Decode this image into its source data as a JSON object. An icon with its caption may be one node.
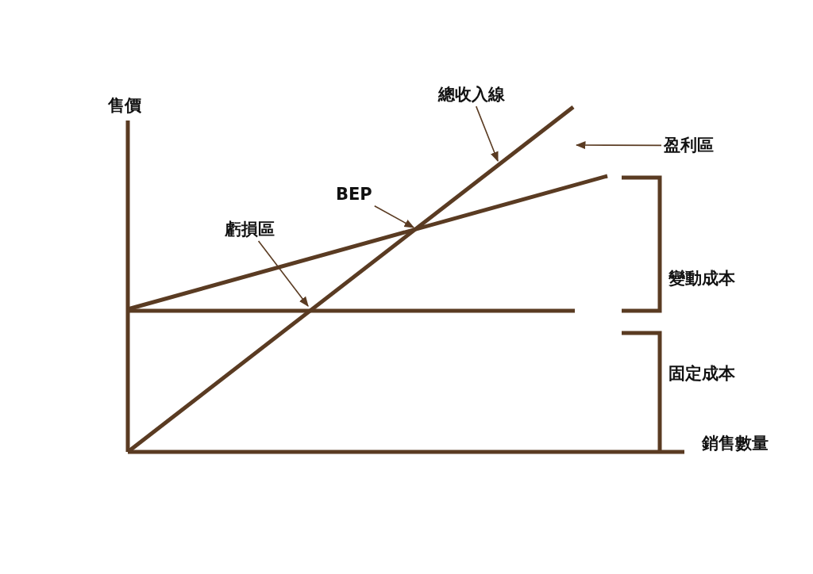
{
  "diagram": {
    "nodes": [
      {
        "text": [
          "總收入線"
        ]
      },
      {
        "text": [
          "盈利區"
        ]
      },
      {
        "text": [
          "BEP"
        ]
      },
      {
        "text": [
          "虧損區"
        ]
      }
    ],
    "edges": [
      {
        "from": 0,
        "to": null,
        "arrow": "to"
      },
      {
        "from": 1,
        "to": null,
        "arrow": "to"
      },
      {
        "from": 2,
        "to": null,
        "arrow": "to"
      },
      {
        "from": 3,
        "to": null,
        "arrow": "to"
      }
    ],
    "labels": [
      "售價",
      "變動成本",
      "固定成本",
      "銷售數量"
    ]
  }
}
